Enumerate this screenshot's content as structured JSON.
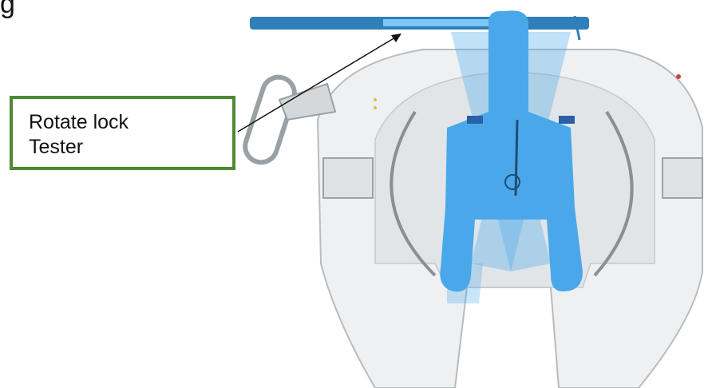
{
  "heading_fragment": "g",
  "callout": {
    "line1": "Rotate lock",
    "line2": "Tester"
  },
  "colors": {
    "callout_border": "#4e8a34",
    "tester_blue": "#4aa8ea",
    "bar_blue": "#2f7fb8",
    "body_grey": "#eceef0"
  },
  "icons": [
    "shackle-icon",
    "tester-tool-icon",
    "coupling-body-icon"
  ]
}
